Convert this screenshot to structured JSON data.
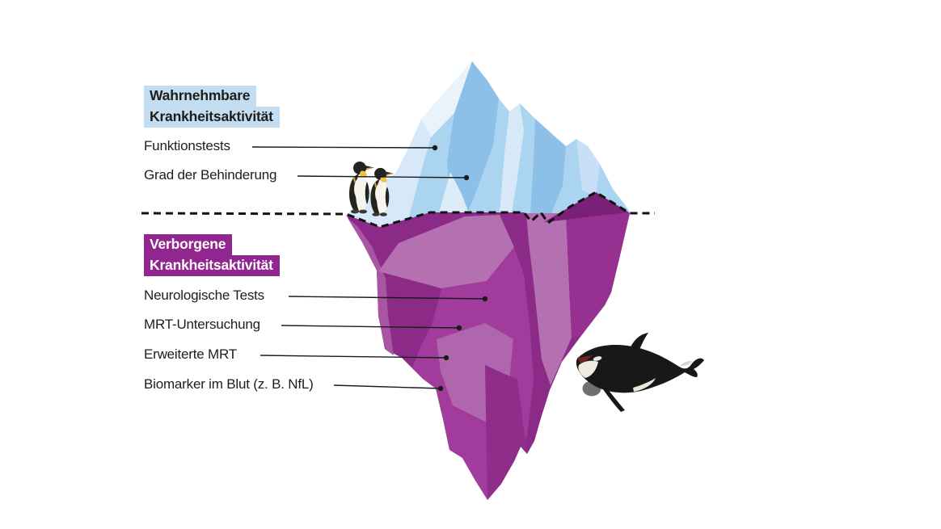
{
  "figure": {
    "description": "Iceberg model of multiple sclerosis disease activity",
    "background": "#ffffff"
  },
  "legend": {
    "above_water": {
      "line1": "Wahrnehmbare",
      "line2": "Krankheitsaktivität",
      "bg_color": "#c5ddf1",
      "text_color": "#1d1d1b"
    },
    "below_water": {
      "line1": "Verborgene",
      "line2": "Krankheitsaktivität",
      "bg_color": "#91278e",
      "text_color": "#ffffff"
    }
  },
  "labels": {
    "above": [
      {
        "text": "Funktionstests"
      },
      {
        "text": "Grad der Behinderung"
      }
    ],
    "below": [
      {
        "text": "Neurologische Tests"
      },
      {
        "text": "MRT-Untersuchung"
      },
      {
        "text": "Erweiterte MRT"
      },
      {
        "text": "Biomarker im Blut (z. B. NfL)"
      }
    ]
  },
  "illustrations": {
    "iceberg_above_water": {
      "icon": "iceberg-above-water",
      "main_color": "#abd4f0",
      "shade_colors": [
        "#8cc0e8",
        "#d7e9f8",
        "#e9f3fc"
      ]
    },
    "iceberg_below_water": {
      "icon": "iceberg-below-water",
      "main_color": "#8c2b87",
      "shade_colors": [
        "#b570b2",
        "#a13c9c",
        "#963192",
        "#7a2076"
      ]
    },
    "waterline": {
      "icon": "waterline-dashed",
      "color": "#111111",
      "style": "dashed"
    },
    "penguins": {
      "icon": "penguins-icon",
      "count": 2
    },
    "orca": {
      "icon": "orca-icon",
      "count": 1
    }
  }
}
